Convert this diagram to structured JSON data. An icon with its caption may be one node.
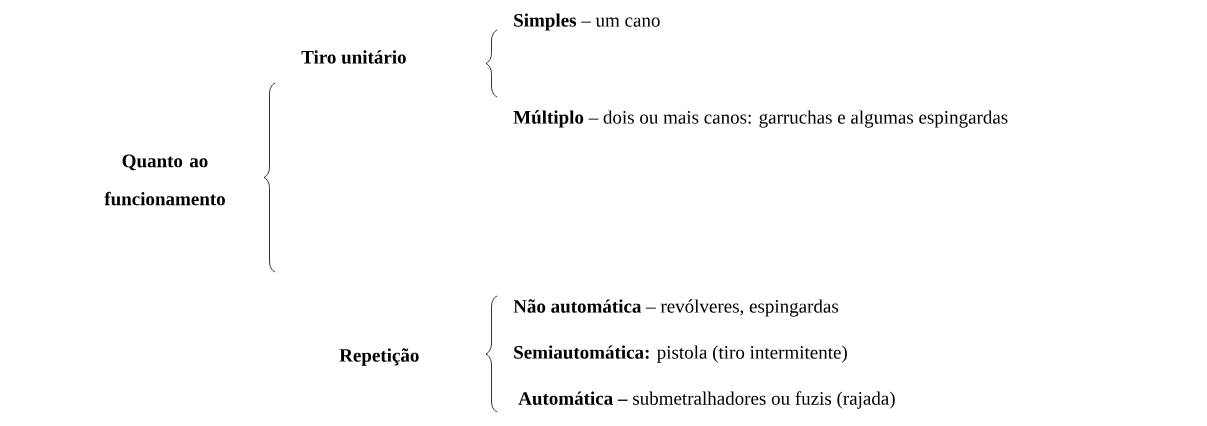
{
  "diagram": {
    "nodes": [
      {
        "text": [
          "Quanto ao funcionamento"
        ]
      },
      {
        "text": [
          "Tiro unitário"
        ]
      },
      {
        "text": [
          "**Simples** – um cano"
        ]
      },
      {
        "text": [
          "**Múltiplo** – dois ou mais canos: garruchas e algumas espingardas"
        ]
      },
      {
        "text": [
          "Repetição"
        ]
      },
      {
        "text": [
          "**Não automática** – revólveres, espingardas"
        ]
      },
      {
        "text": [
          "**Semiautomática:** pistola (tiro intermitente)"
        ]
      },
      {
        "text": [
          "**Automática –** submetralhadores ou fuzis (rajada)"
        ]
      }
    ]
  }
}
